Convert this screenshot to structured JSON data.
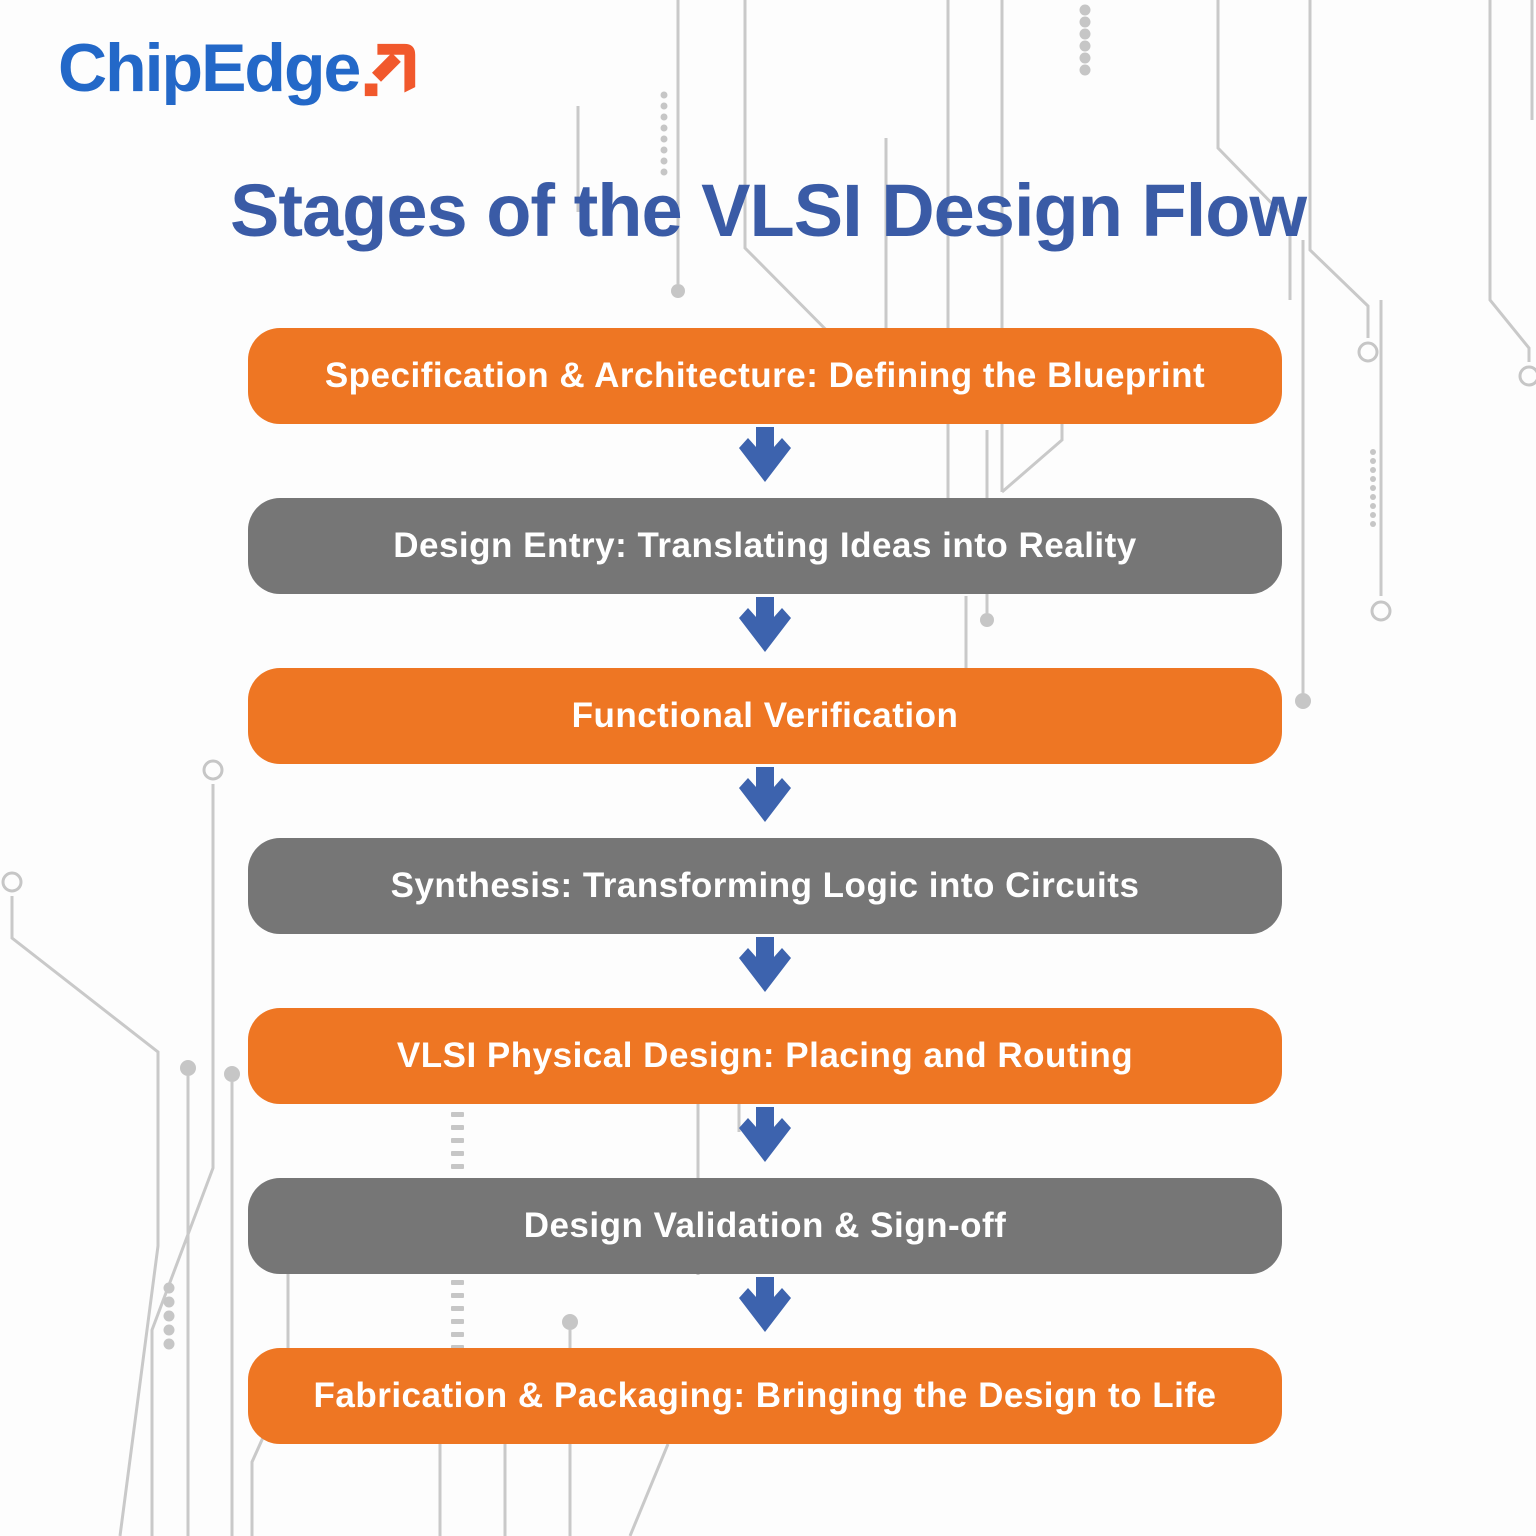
{
  "logo": {
    "text": "ChipEdge"
  },
  "title": "Stages of the VLSI Design Flow",
  "stages": [
    {
      "label": "Specification & Architecture: Defining the Blueprint",
      "variant": "orange"
    },
    {
      "label": "Design Entry: Translating Ideas into Reality",
      "variant": "gray"
    },
    {
      "label": "Functional Verification",
      "variant": "orange"
    },
    {
      "label": "Synthesis: Transforming Logic into Circuits",
      "variant": "gray"
    },
    {
      "label": "VLSI Physical Design: Placing and Routing",
      "variant": "orange"
    },
    {
      "label": "Design Validation & Sign-off",
      "variant": "gray"
    },
    {
      "label": "Fabrication & Packaging: Bringing the Design to Life",
      "variant": "orange"
    }
  ],
  "colors": {
    "stage_orange": "#EE7623",
    "stage_gray": "#767676",
    "title_blue": "#3A5BA6",
    "arrow_blue": "#3D63AE",
    "logo_blue": "#2368C8",
    "logo_orange": "#F1582C",
    "trace_gray": "#C9C9C9",
    "background": "#FDFDFD",
    "stage_text": "#FFFFFF"
  },
  "icons": {
    "logo_mark": "arrow-up-right-icon",
    "connector": "down-arrow-icon",
    "background_pattern": "circuit-trace-pattern"
  }
}
